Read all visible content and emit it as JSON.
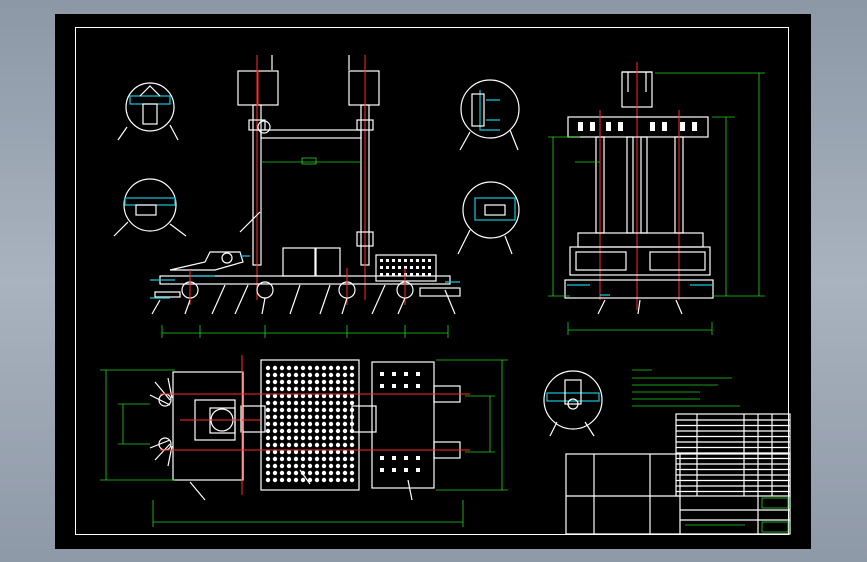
{
  "drawing": {
    "background_color": "#000000",
    "line_color": "#ffffff",
    "centerline_color": "#ff2a2a",
    "dimension_color": "#22d322",
    "section_color": "#19c6d8"
  },
  "icons": [
    "title-block-table",
    "detail-view-circle",
    "balloon-callout"
  ]
}
